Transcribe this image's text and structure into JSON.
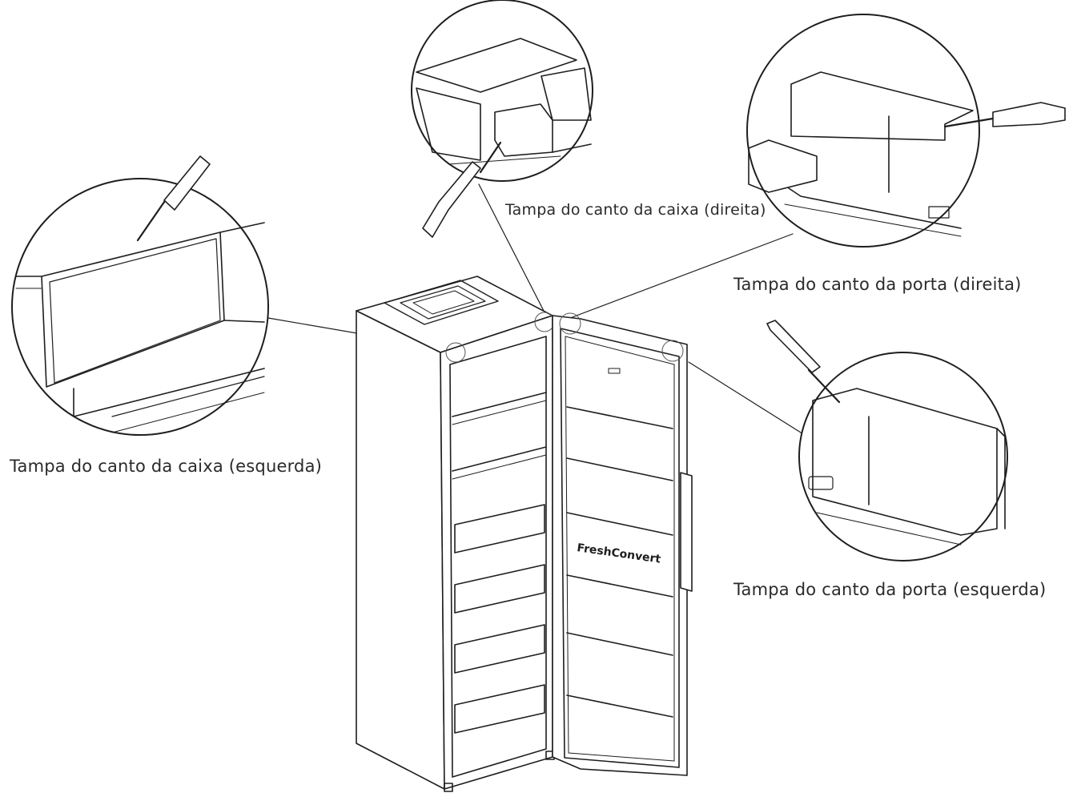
{
  "labels": {
    "caixa_direita": "Tampa do canto da caixa (direita)",
    "porta_direita": "Tampa do canto da porta (direita)",
    "caixa_esquerda": "Tampa do canto da caixa (esquerda)",
    "porta_esquerda": "Tampa do canto da porta (esquerda)"
  },
  "door_logo": "FreshConvert",
  "colors": {
    "line": "#1e1e1e",
    "text": "#2a2a2a",
    "background": "#ffffff"
  },
  "icons": [
    "screwdriver-icon",
    "magnifier-circle"
  ]
}
